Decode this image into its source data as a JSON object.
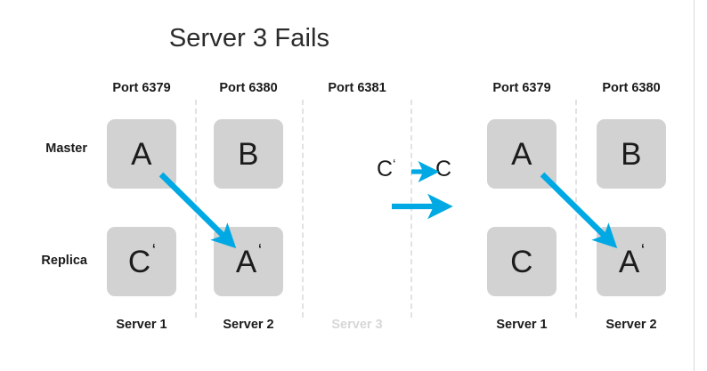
{
  "slide": {
    "title": "Server 3 Fails",
    "background_color": "#ffffff",
    "accent_color": "#00a9e4",
    "node_color": "#d2d2d2",
    "dim_color": "#d7d7d7"
  },
  "row_labels": {
    "master": "Master",
    "replica": "Replica"
  },
  "panels": [
    {
      "name": "before",
      "columns": [
        {
          "port": "Port 6379",
          "server": "Server 1",
          "server_dimmed": false,
          "master": {
            "letter": "A",
            "prime": ""
          },
          "replica": {
            "letter": "C",
            "prime": "‘"
          }
        },
        {
          "port": "Port 6380",
          "server": "Server 2",
          "server_dimmed": false,
          "master": {
            "letter": "B",
            "prime": ""
          },
          "replica": {
            "letter": "A",
            "prime": "‘"
          }
        },
        {
          "port": "Port 6381",
          "server": "Server 3",
          "server_dimmed": true,
          "master": null,
          "replica": null
        }
      ]
    },
    {
      "name": "after",
      "columns": [
        {
          "port": "Port 6379",
          "server": "Server 1",
          "server_dimmed": false,
          "master": {
            "letter": "A",
            "prime": ""
          },
          "replica": {
            "letter": "C",
            "prime": ""
          }
        },
        {
          "port": "Port 6380",
          "server": "Server 2",
          "server_dimmed": false,
          "master": {
            "letter": "B",
            "prime": ""
          },
          "replica": {
            "letter": "A",
            "prime": "‘"
          }
        }
      ]
    }
  ],
  "legend": {
    "promotion_from": "C",
    "promotion_from_prime": "‘",
    "promotion_to": "C",
    "arrow_icon": "right-arrow-icon",
    "transition_arrow_icon": "right-arrow-icon"
  },
  "arrows": {
    "left_replication": "replication-arrow-server1-to-server2",
    "right_replication": "replication-arrow-server1-to-server2"
  }
}
